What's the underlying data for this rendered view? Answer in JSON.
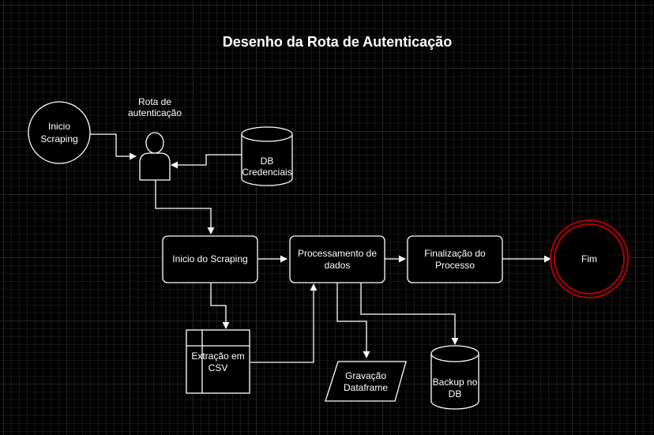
{
  "diagram": {
    "title": "Desenho da Rota de Autenticação",
    "nodes": {
      "inicio_scraping": "Inicio Scraping",
      "rota_autenticacao_line1": "Rota de",
      "rota_autenticacao_line2": "autenticação",
      "db_credenciais_line1": "DB",
      "db_credenciais_line2": "Credenciais",
      "inicio_do_scraping": "Inicio do Scraping",
      "processamento_line1": "Processamento de",
      "processamento_line2": "dados",
      "finalizacao_line1": "Finalização do",
      "finalizacao_line2": "Processo",
      "fim": "Fim",
      "extracao_line1": "Extração em",
      "extracao_line2": "CSV",
      "gravacao_line1": "Gravação",
      "gravacao_line2": "Dataframe",
      "backup_line1": "Backup no",
      "backup_line2": "DB"
    },
    "colors": {
      "background": "#000000",
      "stroke": "#ffffff",
      "end_ring": "#b20000"
    }
  }
}
